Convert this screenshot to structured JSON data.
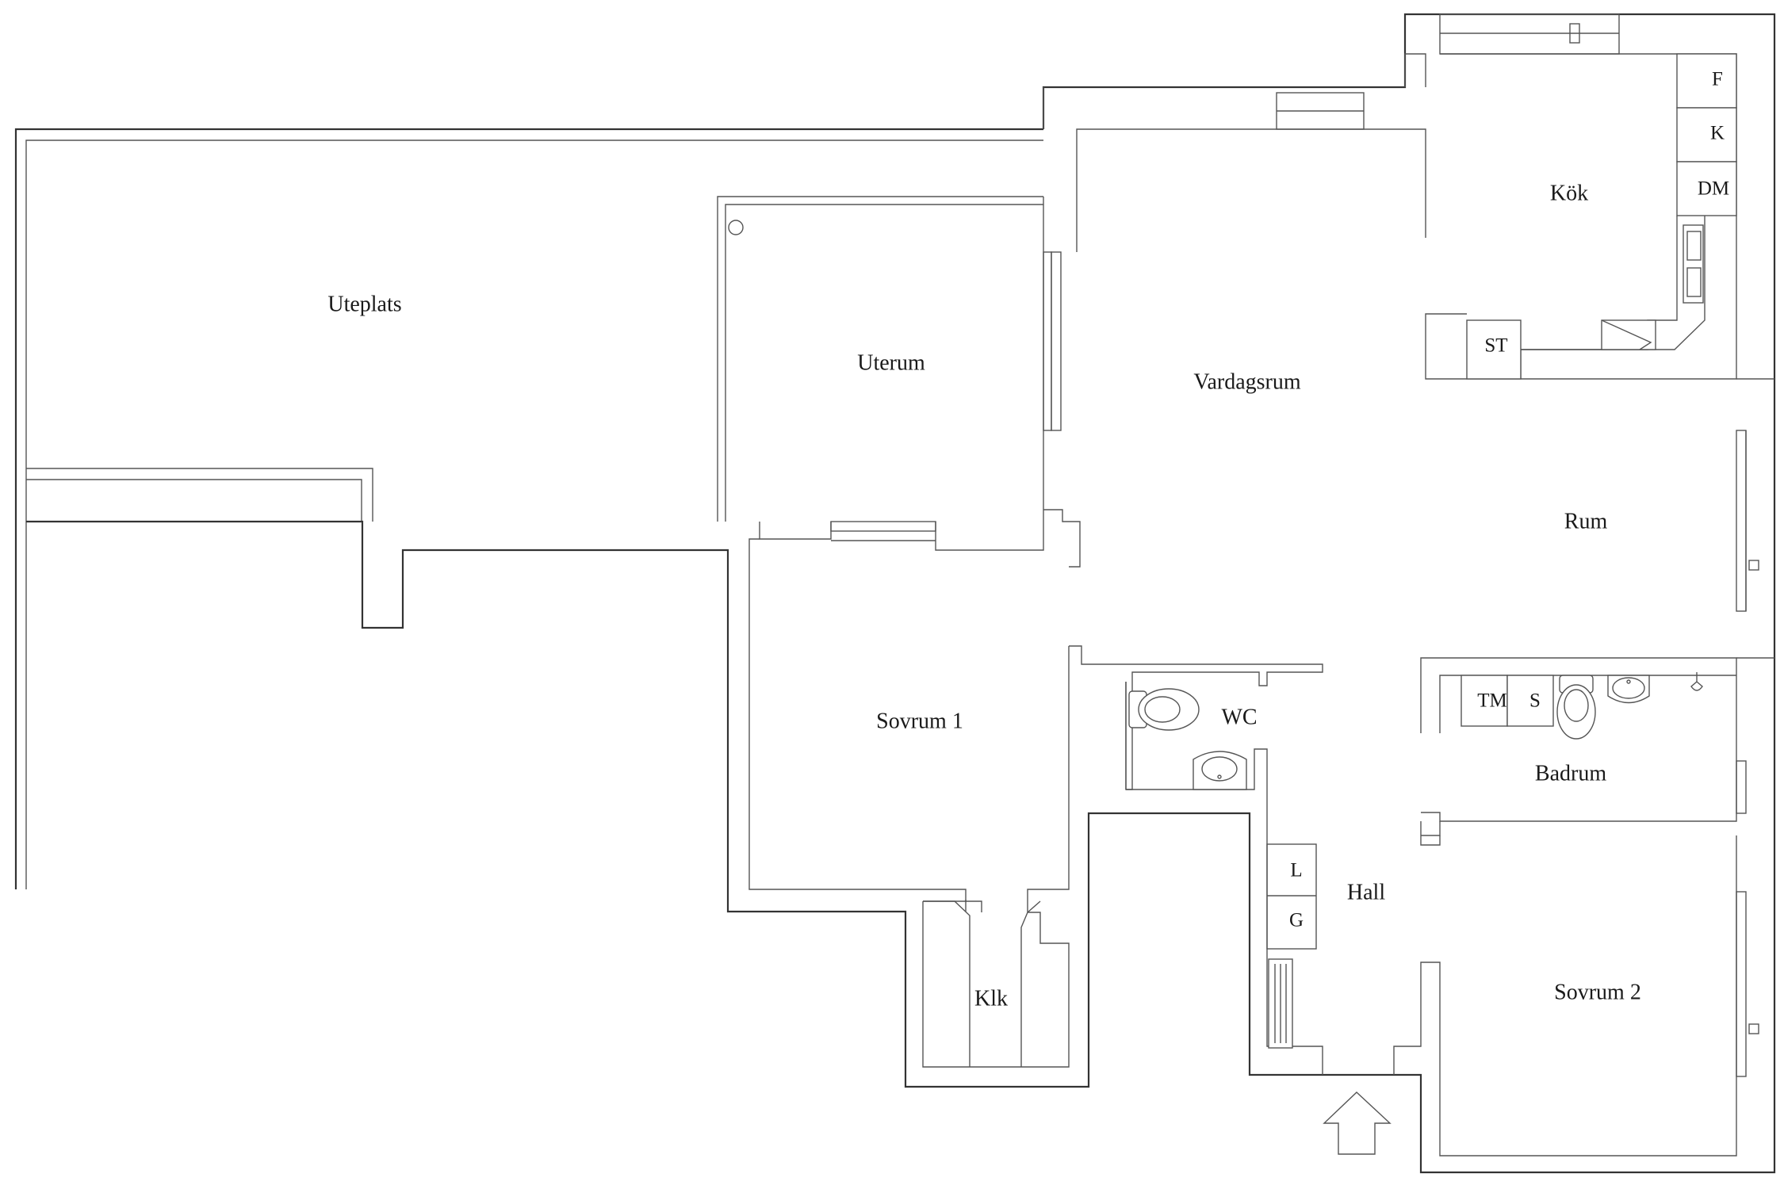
{
  "rooms": {
    "uteplats": "Uteplats",
    "uterum": "Uterum",
    "vardagsrum": "Vardagsrum",
    "kok": "Kök",
    "rum": "Rum",
    "sovrum1": "Sovrum 1",
    "wc": "WC",
    "badrum": "Badrum",
    "hall": "Hall",
    "klk": "Klk",
    "sovrum2": "Sovrum 2"
  },
  "fixtures": {
    "f": "F",
    "k": "K",
    "dm": "DM",
    "st": "ST",
    "tm": "TM",
    "s": "S",
    "l": "L",
    "g": "G"
  },
  "icons": {
    "entrance": "entrance-arrow-icon",
    "toilet": "toilet-icon",
    "sink": "sink-icon",
    "radiator": "radiator-icon"
  },
  "colors": {
    "wall": "#333333",
    "background": "#ffffff",
    "text": "#1a1a1a"
  }
}
